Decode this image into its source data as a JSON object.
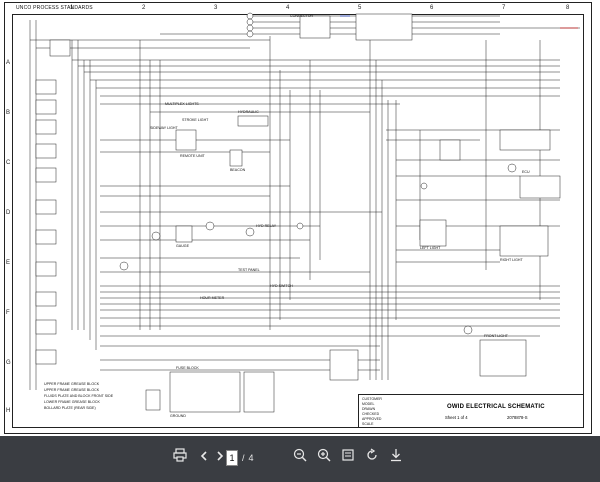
{
  "document": {
    "header_note": "UNCO PROCESS STANDARDS",
    "zones_top": [
      "1",
      "2",
      "3",
      "4",
      "5",
      "6",
      "7",
      "8"
    ],
    "zones_side": [
      "A",
      "B",
      "C",
      "D",
      "E",
      "F",
      "G",
      "H"
    ],
    "labels": {
      "connector_header": "CONNECTOR",
      "multiplex_lights": "MULTIPLEX LIGHTS",
      "stroke_light": "STROKE LIGHT",
      "sideway_light": "SIDEWAY LIGHT",
      "hydraulic_ref": "HYDRAULIC",
      "remote_unit": "REMOTE UNIT",
      "beacon": "BEACON",
      "gauge": "GAUGE",
      "hyd_relay": "HYD RELAY",
      "test_panel": "TEST PANEL",
      "hyd_switch": "HYD SWITCH",
      "hour_meter": "HOUR METER",
      "ground": "GROUND",
      "left_light": "LEFT LIGHT",
      "right_light": "RIGHT LIGHT",
      "front_light": "FRONT LIGHT",
      "ecu": "ECU",
      "fuse_block": "FUSE BLOCK",
      "fuse_notes": [
        "UPPER FRAME GREASE BLOCK",
        "UPPER FRAME GREASE BLOCK",
        "FLUIDS PLATE AND BLOCK FRONT SIDE",
        "LOWER FRAME GREASE BLOCK",
        "BOLLARD PLATE (REAR SIDE)"
      ]
    },
    "title_block": {
      "title_main": "OWID ELECTRICAL SCHEMATIC",
      "sheet": "Sheet 1 of 4",
      "drawing_no": "2078878-S",
      "rows": [
        "CUSTOMER",
        "MODEL",
        "DRAWN",
        "CHECKED",
        "APPROVED",
        "SCALE"
      ]
    }
  },
  "viewer": {
    "current_page": "1",
    "separator": "/",
    "total_pages": "4",
    "icons": [
      "print-icon",
      "previous-page-icon",
      "next-page-icon",
      "zoom-out-icon",
      "zoom-in-icon",
      "fit-page-icon",
      "rotate-icon",
      "download-icon"
    ]
  },
  "colors": {
    "toolbar_bg": "#3a3d42",
    "line": "#222222",
    "wire_blue": "#1a3cc8",
    "wire_red": "#c81a1a"
  }
}
